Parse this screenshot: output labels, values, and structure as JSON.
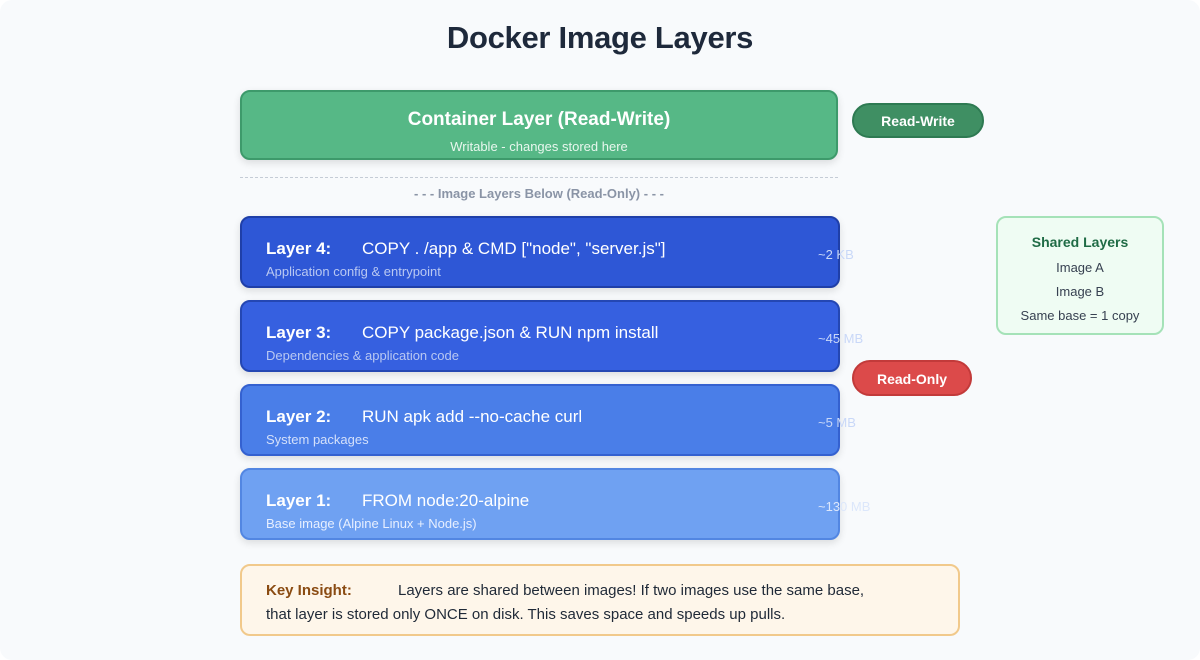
{
  "title": "Docker Image Layers",
  "container_layer": {
    "title": "Container Layer (Read-Write)",
    "subtitle": "Writable - changes stored here",
    "badge": "Read-Write"
  },
  "divider_label": "- - - Image Layers Below (Read-Only) - - -",
  "readonly_badge": "Read-Only",
  "layers": [
    {
      "name": "Layer 4:",
      "command": "COPY . /app & CMD [\"node\", \"server.js\"]",
      "description": "Application config & entrypoint",
      "size": "~2 KB"
    },
    {
      "name": "Layer 3:",
      "command": "COPY package.json & RUN npm install",
      "description": "Dependencies & application code",
      "size": "~45 MB"
    },
    {
      "name": "Layer 2:",
      "command": "RUN apk add --no-cache curl",
      "description": "System packages",
      "size": "~5 MB"
    },
    {
      "name": "Layer 1:",
      "command": "FROM node:20-alpine",
      "description": "Base image (Alpine Linux + Node.js)",
      "size": "~130 MB"
    }
  ],
  "shared": {
    "title": "Shared Layers",
    "lines": [
      "Image A",
      "Image B",
      "Same base = 1 copy"
    ]
  },
  "insight": {
    "label": "Key Insight:",
    "line1": "Layers are shared between images! If two images use the same base,",
    "line2": "that layer is stored only ONCE on disk. This saves space and speeds up pulls."
  },
  "colors": {
    "container": "#56b886",
    "read_write_badge": "#3f8f63",
    "read_only_badge": "#dc4a4a",
    "layer_4": "#2e57d6",
    "layer_3": "#3660e0",
    "layer_2": "#4a7ee8",
    "layer_1": "#6fa1f2",
    "shared_bg": "#effcf3",
    "insight_bg": "#fef6ea"
  }
}
